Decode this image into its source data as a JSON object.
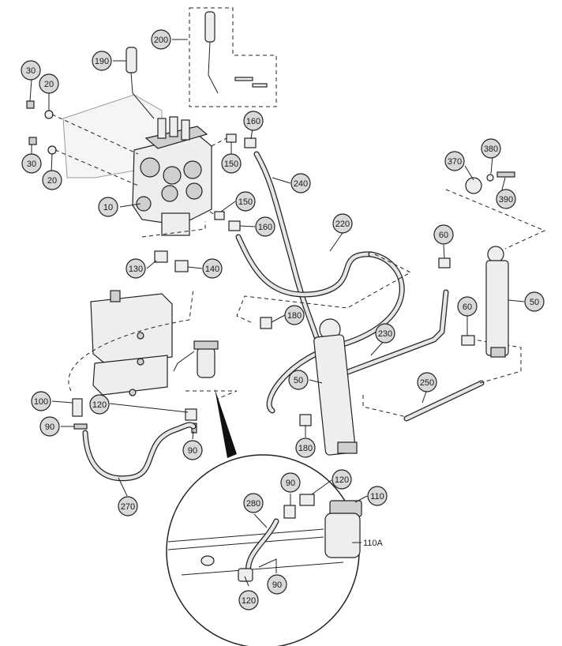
{
  "diagram": {
    "callouts": {
      "c200": "200",
      "c190": "190",
      "c30a": "30",
      "c20a": "20",
      "c30b": "30",
      "c20b": "20",
      "c10": "10",
      "c160a": "160",
      "c150a": "150",
      "c240": "240",
      "c150b": "150",
      "c160b": "160",
      "c130": "130",
      "c140": "140",
      "c220": "220",
      "c370": "370",
      "c380": "380",
      "c390": "390",
      "c60a": "60",
      "c50a": "50",
      "c60b": "60",
      "c180a": "180",
      "c230": "230",
      "c50b": "50",
      "c250": "250",
      "c180b": "180",
      "c100": "100",
      "c90a": "90",
      "c120a": "120",
      "c90b": "90",
      "c270": "270",
      "c90c": "90",
      "c120b": "120",
      "c110": "110",
      "c280": "280",
      "c90d": "90",
      "c120c": "120"
    },
    "labels": {
      "l110A": "110A"
    }
  }
}
